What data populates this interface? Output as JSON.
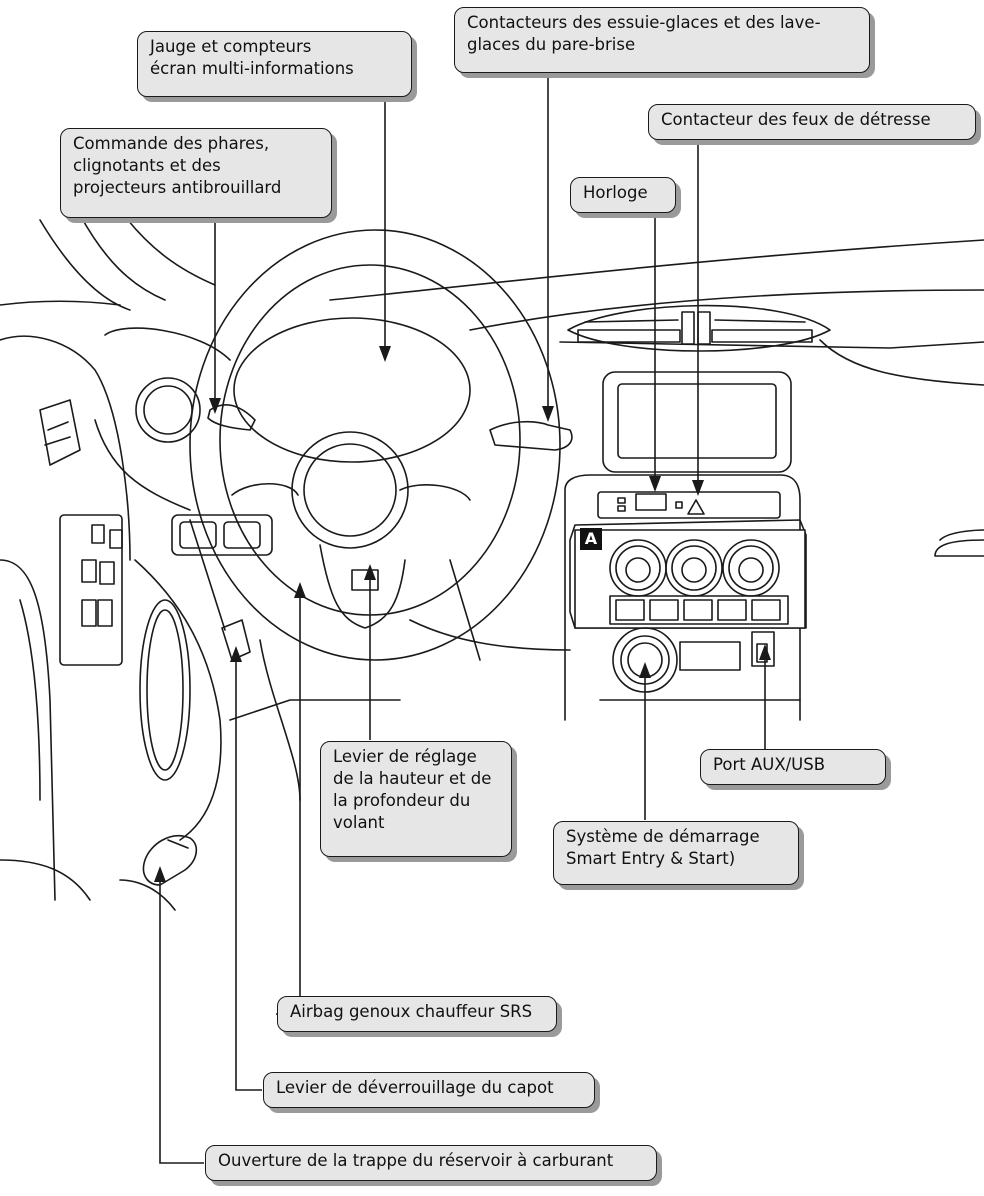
{
  "colors": {
    "callout_fill": "#e6e6e6",
    "callout_border": "#1a1a1a",
    "callout_shadow": "#9a9a9a",
    "line_art": "#1a1a1a",
    "badge_fill": "#111111"
  },
  "callouts": {
    "gauge": "Jauge et compteurs\nécran multi-informations",
    "wipers": "Contacteurs des essuie-glaces et des lave-\nglaces du pare-brise",
    "hazard": "Contacteur des feux de détresse",
    "lights": "Commande des phares,\nclignotants et des\nprojecteurs antibrouillard",
    "clock": "Horloge",
    "tilt": "Levier de réglage\nde la hauteur et de\nla profondeur du\nvolant",
    "aux": "Port AUX/USB",
    "start": "Système de démarrage\nSmart Entry & Start)",
    "knee": "Airbag genoux chauffeur SRS",
    "hood": "Levier de déverrouillage du capot",
    "fuel": "Ouverture de la trappe du réservoir à carburant"
  },
  "badge_label": "A",
  "icons": [
    "hazard-triangle-icon"
  ]
}
